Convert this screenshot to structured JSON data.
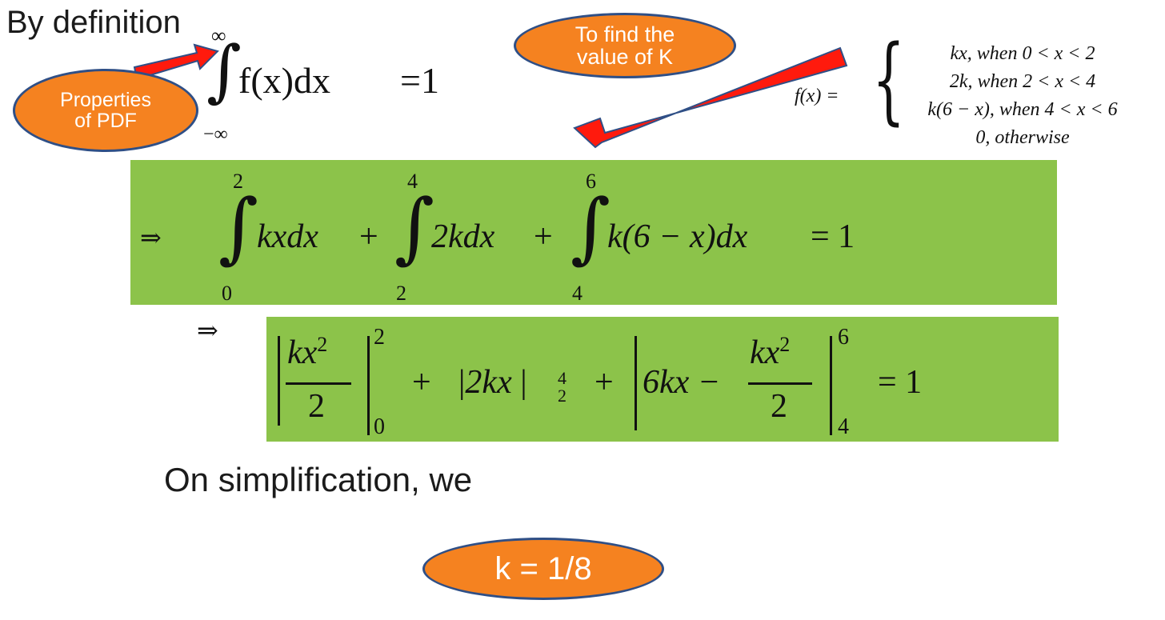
{
  "heading": "By definition",
  "def": {
    "upper": "∞",
    "lower": "−∞",
    "integrand": "f(x)dx",
    "equals": "=1"
  },
  "callouts": {
    "properties_line1": "Properties",
    "properties_line2": "of PDF",
    "find_line1": "To find the",
    "find_line2": "value of K"
  },
  "pdf": {
    "lhs": "f(x) =",
    "cases": [
      "kx, when 0 < x < 2",
      "2k, when 2 < x < 4",
      "k(6 − x), when 4 < x < 6",
      "0, otherwise"
    ]
  },
  "step1": {
    "implies": "⇒",
    "int1": {
      "upper": "2",
      "lower": "0",
      "body": "kxdx"
    },
    "int2": {
      "upper": "4",
      "lower": "2",
      "body": "2kdx"
    },
    "int3": {
      "upper": "6",
      "lower": "4",
      "body": "k(6 − x)dx"
    },
    "plus": "+",
    "rhs": "= 1"
  },
  "step2": {
    "implies": "⇒",
    "t1_num": "kx",
    "t1_exp": "2",
    "t1_den": "2",
    "t1_upper": "2",
    "t1_lower": "0",
    "t2_body": "2kx",
    "t2_upper": "4",
    "t2_lower": "2",
    "t3_a": "6kx −",
    "t3_num": "kx",
    "t3_exp": "2",
    "t3_den": "2",
    "t3_upper": "6",
    "t3_lower": "4",
    "plus": "+",
    "rhs": "= 1"
  },
  "simplification": "On simplification, we",
  "result": "k = 1/8",
  "colors": {
    "callout_fill": "#f58220",
    "callout_border": "#2f4f86",
    "arrow_fill": "#ff1a0d",
    "arrow_border": "#2f4f86",
    "box_green": "#8cc34a"
  }
}
